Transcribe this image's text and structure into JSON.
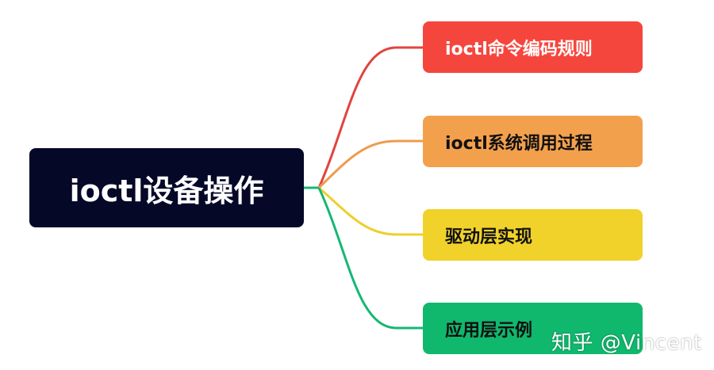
{
  "root": {
    "label": "ioctl设备操作",
    "color": "#050827"
  },
  "children": [
    {
      "label": "ioctl命令编码规则",
      "color": "#f5463d",
      "line_color": "#e0453f"
    },
    {
      "label": "ioctl系统调用过程",
      "color": "#f3a04d",
      "line_color": "#ef9b4f"
    },
    {
      "label": "驱动层实现",
      "color": "#f1d22a",
      "line_color": "#efcf2d"
    },
    {
      "label": "应用层示例",
      "color": "#10b86e",
      "line_color": "#16b774"
    }
  ],
  "watermark": "知乎 @Vincent"
}
